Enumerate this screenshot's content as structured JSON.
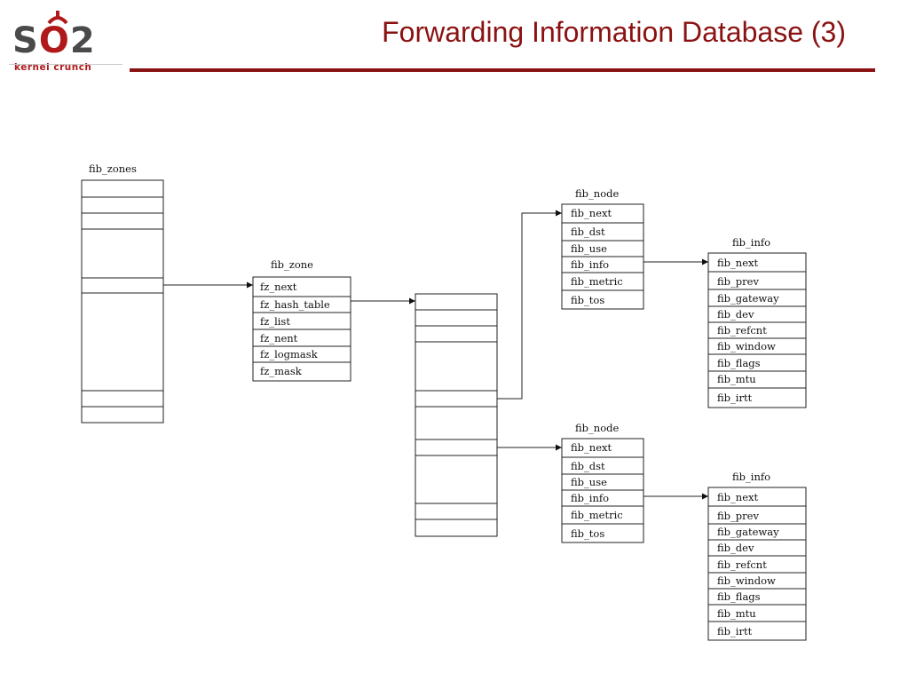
{
  "slide": {
    "title": "Forwarding Information Database (3)",
    "logo": {
      "wordmark_s": "S",
      "wordmark_o": "O",
      "wordmark_2": "2",
      "tagline": "kernel crunch",
      "accent_color": "#b01919"
    },
    "title_color": "#8b1212"
  },
  "diagram": {
    "fib_zones": {
      "label": "fib_zones"
    },
    "fib_zone": {
      "label": "fib_zone",
      "fields": [
        "fz_next",
        "fz_hash_table",
        "fz_list",
        "fz_nent",
        "fz_logmask",
        "fz_mask"
      ]
    },
    "fib_node_top": {
      "label": "fib_node",
      "fields": [
        "fib_next",
        "fib_dst",
        "fib_use",
        "fib_info",
        "fib_metric",
        "fib_tos"
      ]
    },
    "fib_node_bottom": {
      "label": "fib_node",
      "fields": [
        "fib_next",
        "fib_dst",
        "fib_use",
        "fib_info",
        "fib_metric",
        "fib_tos"
      ]
    },
    "fib_info_top": {
      "label": "fib_info",
      "fields": [
        "fib_next",
        "fib_prev",
        "fib_gateway",
        "fib_dev",
        "fib_refcnt",
        "fib_window",
        "fib_flags",
        "fib_mtu",
        "fib_irtt"
      ]
    },
    "fib_info_bottom": {
      "label": "fib_info",
      "fields": [
        "fib_next",
        "fib_prev",
        "fib_gateway",
        "fib_dev",
        "fib_refcnt",
        "fib_window",
        "fib_flags",
        "fib_mtu",
        "fib_irtt"
      ]
    }
  }
}
